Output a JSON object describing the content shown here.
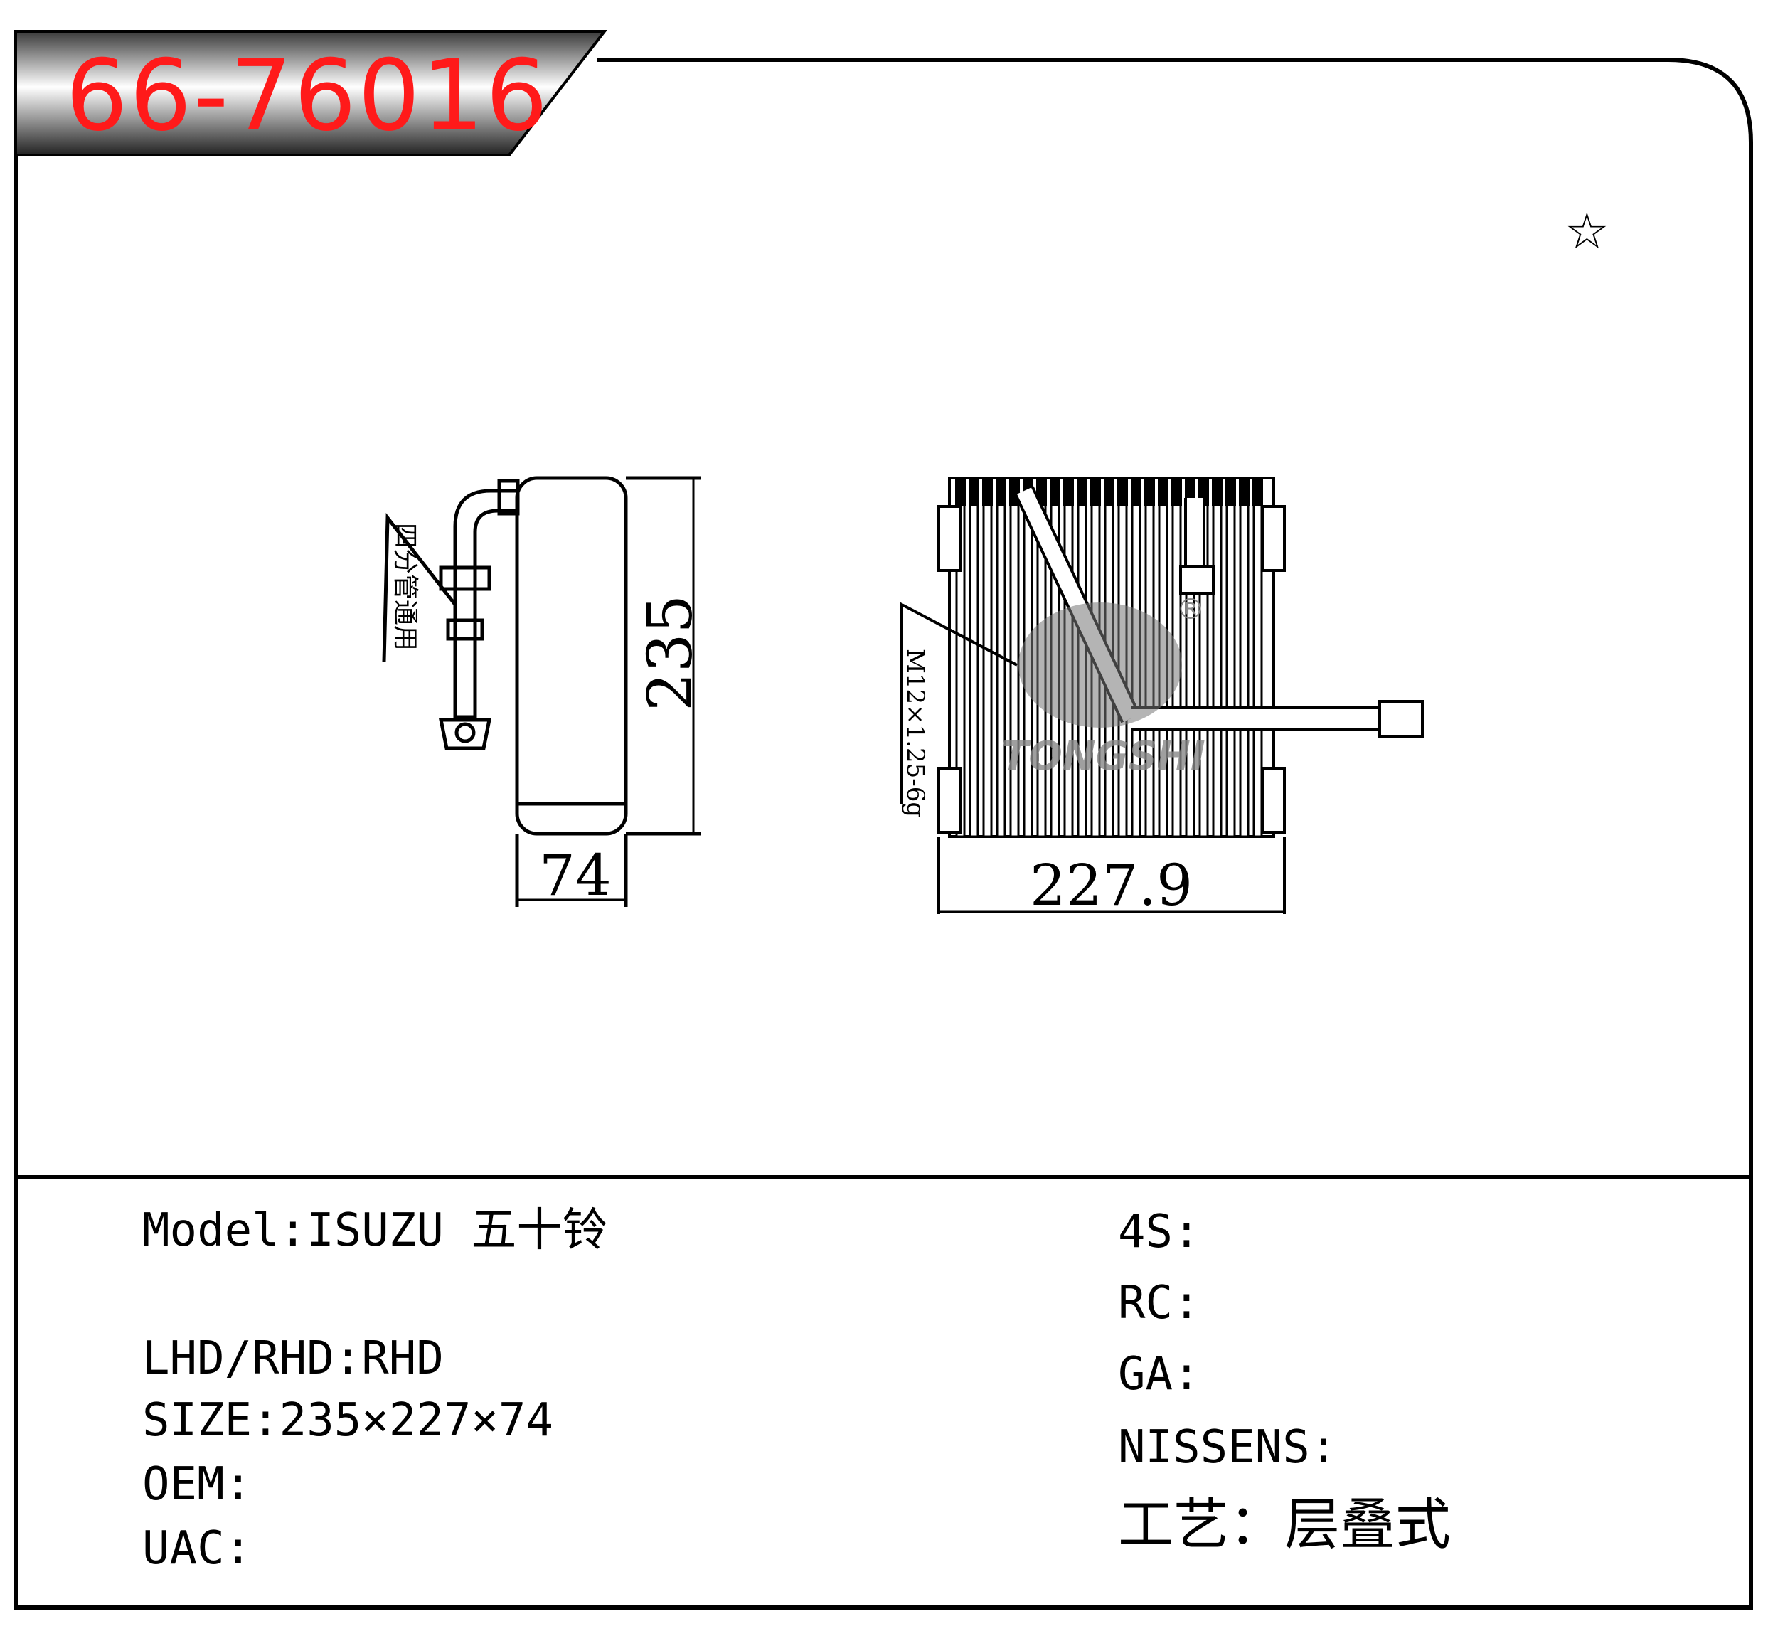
{
  "header": {
    "part_number": "66-76016",
    "star_icon": "☆"
  },
  "drawing": {
    "side_view": {
      "height_dim": "235",
      "width_dim": "74",
      "pipe_label": "四分管通用"
    },
    "front_view": {
      "width_dim": "227.9",
      "thread_label": "M12×1.25-6g",
      "watermark": "TONGSHI",
      "registered_mark": "®"
    }
  },
  "specs_left": {
    "model": "Model:ISUZU 五十铃",
    "lhd_rhd": "LHD/RHD:RHD",
    "size": "SIZE:235×227×74",
    "oem": "OEM:",
    "uac": "UAC:"
  },
  "specs_right": {
    "4s": "4S:",
    "rc": "RC:",
    "ga": "GA:",
    "nissens": "NISSENS:",
    "process": "工艺：层叠式"
  },
  "colors": {
    "part_number": "#ff1a1a",
    "frame": "#000000",
    "header_gradient": [
      "#3a3a3a",
      "#ffffff"
    ]
  }
}
